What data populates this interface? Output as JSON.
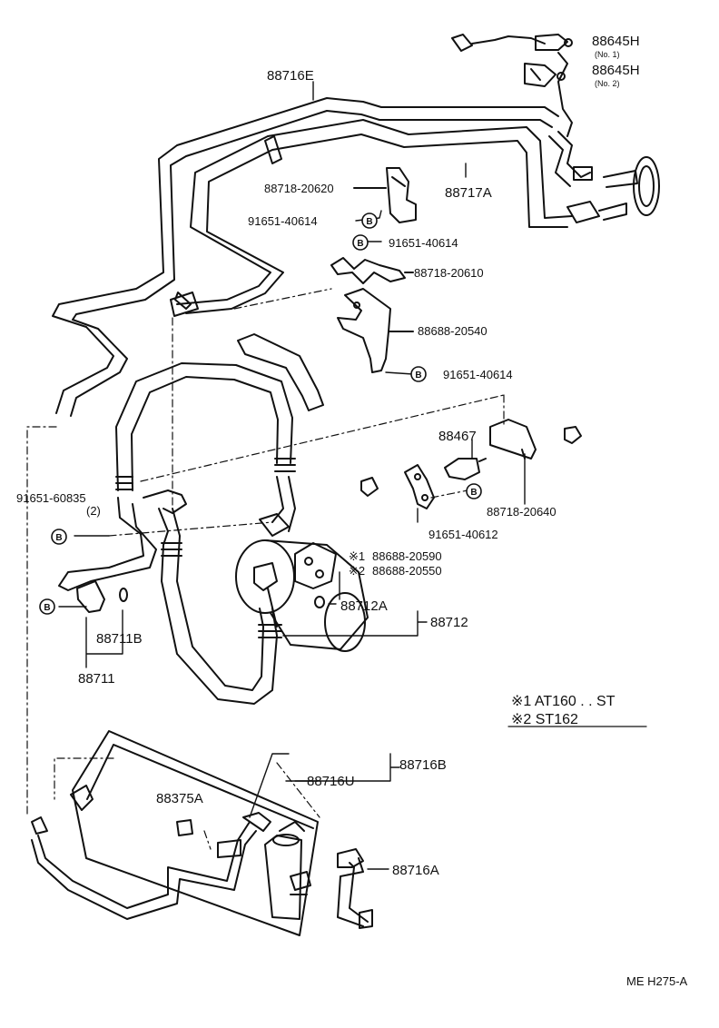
{
  "labels": {
    "p88645H_1": "88645H",
    "no1": "(No. 1)",
    "p88645H_2": "88645H",
    "no2": "(No. 2)",
    "p88716E": "88716E",
    "p88718_20620": "88718-20620",
    "p88717A": "88717A",
    "b91651_40614_a": "91651-40614",
    "b91651_40614_b": "91651-40614",
    "p88718_20610": "88718-20610",
    "p88688_20540": "88688-20540",
    "b91651_40614_c": "91651-40614",
    "p88467": "88467",
    "p88718_20640": "88718-20640",
    "b91651_60835": "91651-60835",
    "qty2": "(2)",
    "b91651_40612": "91651-40612",
    "m1": "※1",
    "p88688_20590": "88688-20590",
    "m2": "※2",
    "p88688_20550": "88688-20550",
    "p88712A": "88712A",
    "p88712": "88712",
    "p88711B": "88711B",
    "p88711": "88711",
    "legend1": "※1 AT160 . . ST",
    "legend2": "※2 ST162",
    "p88716B": "88716B",
    "p88716U": "88716U",
    "p88375A": "88375A",
    "p88716A": "88716A",
    "ref": "ME H275-A",
    "bolt": "B"
  },
  "colors": {
    "ink": "#111111",
    "paper": "#ffffff"
  }
}
